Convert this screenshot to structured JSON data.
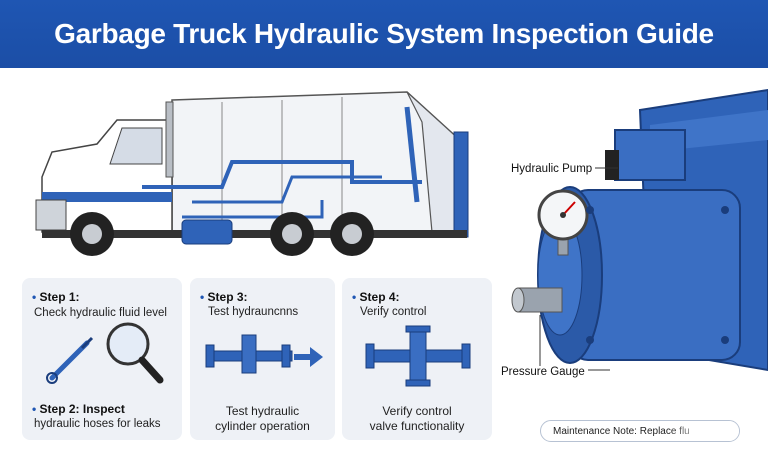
{
  "header": {
    "title": "Garbage Truck Hydraulic System Inspection Guide"
  },
  "steps": [
    {
      "label": "Step 1:",
      "text": "Check hydraulic fluid level"
    },
    {
      "label": "Step 2: Inspect",
      "text": "hydraulic hoses for leaks"
    },
    {
      "label": "Step 3:",
      "text": "Test hydrauncnns",
      "caption_line1": "Test hydraulic",
      "caption_line2": "cylinder operation"
    },
    {
      "label": "Step 4:",
      "text": "Verify control",
      "caption_line1": "Verify control",
      "caption_line2": "valve functionality"
    }
  ],
  "callouts": {
    "pump": "Hydraulic Pump",
    "gauge": "Pressure Gauge"
  },
  "footer": {
    "maintenance_note": "Maintenance Note: Replace flu"
  },
  "colors": {
    "brand_blue": "#1f56b3",
    "card_bg": "#eef1f6",
    "steel_blue": "#2f63b8"
  },
  "icons": [
    "dipstick-icon",
    "magnifier-icon",
    "cylinder-pipe-icon",
    "arrow-right-icon",
    "valve-icon"
  ]
}
